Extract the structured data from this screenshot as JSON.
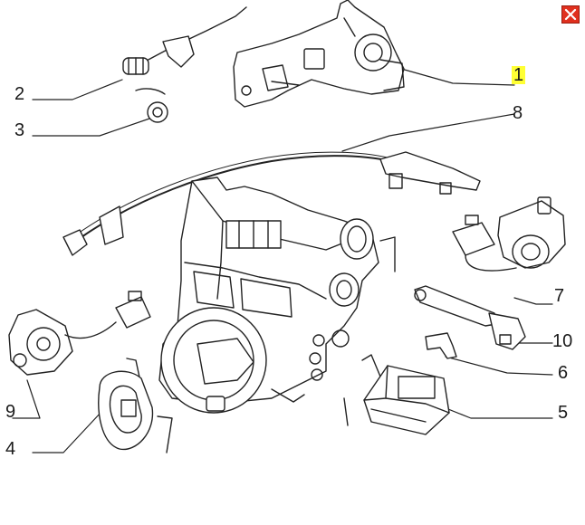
{
  "callouts": {
    "c1": "1",
    "c2": "2",
    "c3": "3",
    "c4": "4",
    "c5": "5",
    "c6": "6",
    "c7": "7",
    "c8": "8",
    "c9": "9",
    "c10": "10"
  },
  "highlight_color": "#ffff33",
  "close_button_color": "#e0301e",
  "icons": {
    "close": "close-x-icon"
  }
}
